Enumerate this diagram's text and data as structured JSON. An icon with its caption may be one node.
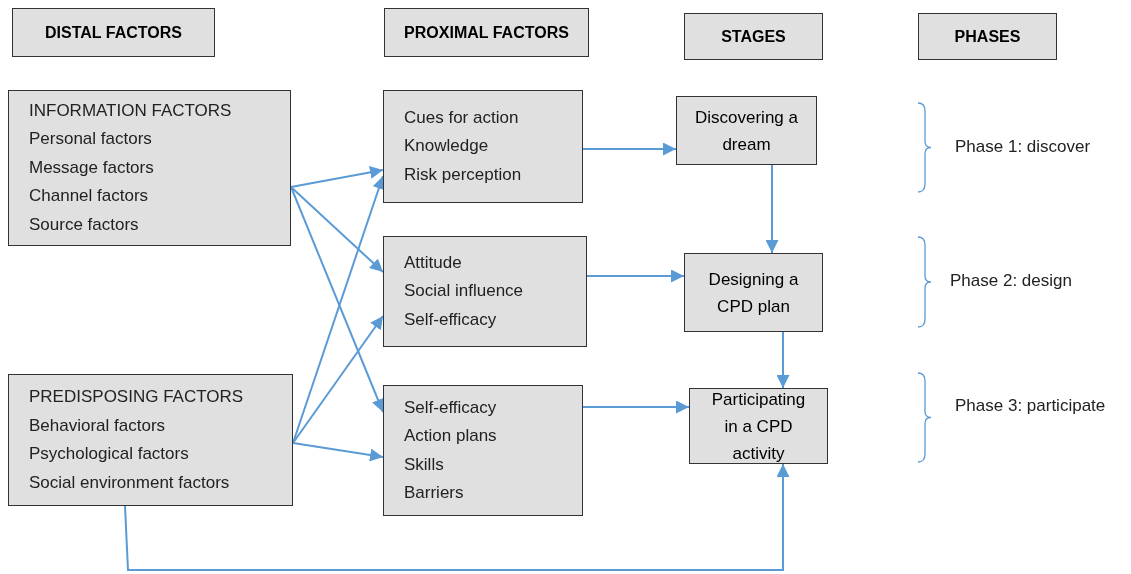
{
  "diagram": {
    "nodes": [
      {
        "text": [
          "DISTAL FACTORS"
        ]
      },
      {
        "text": [
          "PROXIMAL FACTORS"
        ]
      },
      {
        "text": [
          "STAGES"
        ]
      },
      {
        "text": [
          "PHASES"
        ]
      },
      {
        "text": [
          "INFORMATION FACTORS",
          "Personal factors",
          "Message factors",
          "Channel factors",
          "Source factors"
        ]
      },
      {
        "text": [
          "PREDISPOSING FACTORS",
          "Behavioral factors",
          "Psychological factors",
          "Social environment factors"
        ]
      },
      {
        "text": [
          "Cues for action",
          "Knowledge",
          "Risk perception"
        ]
      },
      {
        "text": [
          "Attitude",
          "Social influence",
          "Self-efficacy"
        ]
      },
      {
        "text": [
          "Self-efficacy",
          "Action plans",
          "Skills",
          "Barriers"
        ]
      },
      {
        "text": [
          "Discovering a dream"
        ]
      },
      {
        "text": [
          "Designing a CPD plan"
        ]
      },
      {
        "text": [
          "Participating in a CPD activity"
        ]
      }
    ],
    "edges": [
      {
        "from": 4,
        "to": 6,
        "arrow": "to"
      },
      {
        "from": 4,
        "to": 7,
        "arrow": "to"
      },
      {
        "from": 4,
        "to": 8,
        "arrow": "to"
      },
      {
        "from": 5,
        "to": 6,
        "arrow": "to"
      },
      {
        "from": 5,
        "to": 7,
        "arrow": "to"
      },
      {
        "from": 5,
        "to": 8,
        "arrow": "to"
      },
      {
        "from": 6,
        "to": 9,
        "arrow": "to"
      },
      {
        "from": 9,
        "to": 10,
        "arrow": "to"
      },
      {
        "from": 7,
        "to": 10,
        "arrow": "to"
      },
      {
        "from": 10,
        "to": 11,
        "arrow": "to"
      },
      {
        "from": 8,
        "to": 11,
        "arrow": "to"
      },
      {
        "from": 5,
        "to": 11,
        "arrow": "to"
      }
    ],
    "labels": [
      "Phase 1: discover",
      "Phase 2: design",
      "Phase 3: participate"
    ]
  }
}
